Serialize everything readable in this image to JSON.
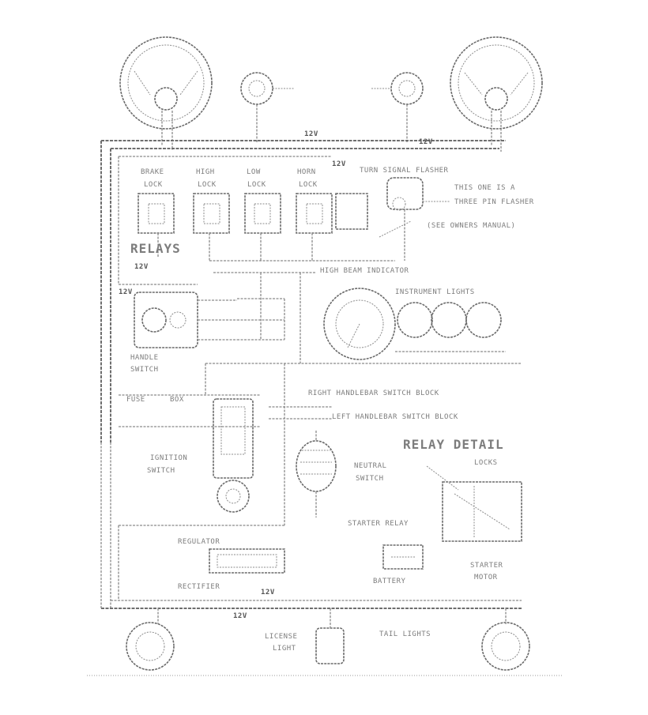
{
  "diagram": {
    "relays": [
      {
        "id": "brake",
        "line1": "BRAKE",
        "line2": "LOCK"
      },
      {
        "id": "high",
        "line1": "HIGH",
        "line2": "LOCK"
      },
      {
        "id": "low",
        "line1": "LOW",
        "line2": "LOCK"
      },
      {
        "id": "horn",
        "line1": "HORN",
        "line2": "LOCK"
      }
    ],
    "labels": {
      "relays": "RELAYS",
      "turn_signal_flasher": "TURN SIGNAL FLASHER",
      "flasher_note_1": "THIS ONE IS A",
      "flasher_note_2": "THREE PIN FLASHER",
      "flasher_note_3": "(SEE OWNERS MANUAL)",
      "high_beam_indicator": "HIGH BEAM INDICATOR",
      "instrument_lights": "INSTRUMENT LIGHTS",
      "handlebar_switch_1": "HANDLE",
      "handlebar_switch_2": "SWITCH",
      "ignition_switch_1": "IGNITION",
      "ignition_switch_2": "SWITCH",
      "right_handlebar_block": "RIGHT HANDLEBAR SWITCH BLOCK",
      "left_handlebar_block": "LEFT HANDLEBAR SWITCH BLOCK",
      "relay_detail": "RELAY DETAIL",
      "relay_detail_note": "LOCKS",
      "neutral_1": "NEUTRAL",
      "neutral_2": "SWITCH",
      "regulator_1": "REGULATOR",
      "regulator_2": "RECTIFIER",
      "battery": "BATTERY",
      "starter_relay": "STARTER RELAY",
      "starter_motor_1": "STARTER",
      "starter_motor_2": "MOTOR",
      "license_1": "LICENSE",
      "license_2": "LIGHT",
      "tail_lamp": "TAIL LIGHTS",
      "fuse_box_1": "FUSE",
      "fuse_box_2": "BOX"
    },
    "wire_tags": [
      "12V",
      "12V",
      "12V",
      "12V",
      "12V",
      "12V",
      "12V"
    ],
    "colors": {
      "background": "#ffffff",
      "line": "#8a8a8a",
      "text": "#7d7d7d"
    }
  }
}
